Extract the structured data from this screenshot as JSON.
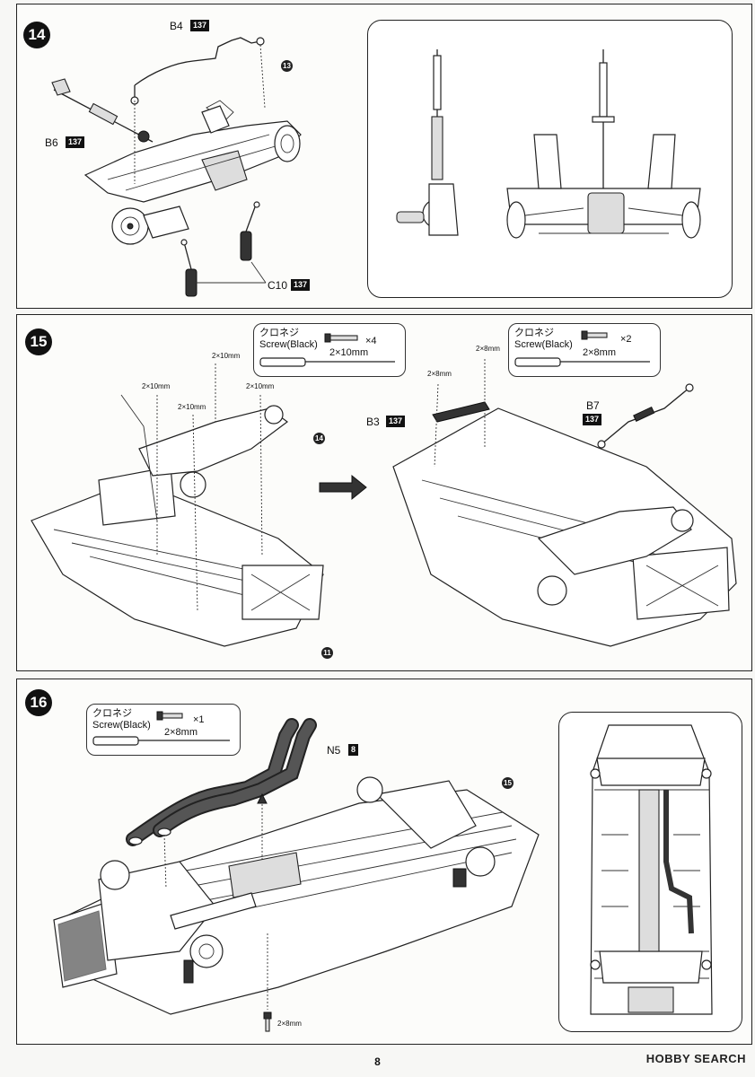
{
  "page_number": "8",
  "watermark": "HOBBY SEARCH",
  "steps": {
    "s14": {
      "number": "14",
      "callouts": {
        "b4": "B4",
        "b4_tag": "137",
        "b6": "B6",
        "b6_tag": "137",
        "c10": "C10",
        "c10_tag": "137",
        "ref": "13"
      }
    },
    "s15": {
      "number": "15",
      "screw_left": {
        "jp": "クロネジ",
        "en": "Screw(Black)",
        "qty": "×4",
        "size": "2×10mm"
      },
      "screw_right": {
        "jp": "クロネジ",
        "en": "Screw(Black)",
        "qty": "×2",
        "size": "2×8mm"
      },
      "screw_marks_left": [
        "2×10mm",
        "2×10mm",
        "2×10mm",
        "2×10mm"
      ],
      "screw_marks_right": [
        "2×8mm",
        "2×8mm"
      ],
      "callouts": {
        "b3": "B3",
        "b3_tag": "137",
        "b7": "B7",
        "b7_tag": "137",
        "ref14": "14",
        "ref11": "11"
      }
    },
    "s16": {
      "number": "16",
      "screw": {
        "jp": "クロネジ",
        "en": "Screw(Black)",
        "qty": "×1",
        "size": "2×8mm"
      },
      "screw_mark": "2×8mm",
      "callouts": {
        "n5": "N5",
        "n5_tag": "8",
        "ref15": "15"
      }
    }
  }
}
